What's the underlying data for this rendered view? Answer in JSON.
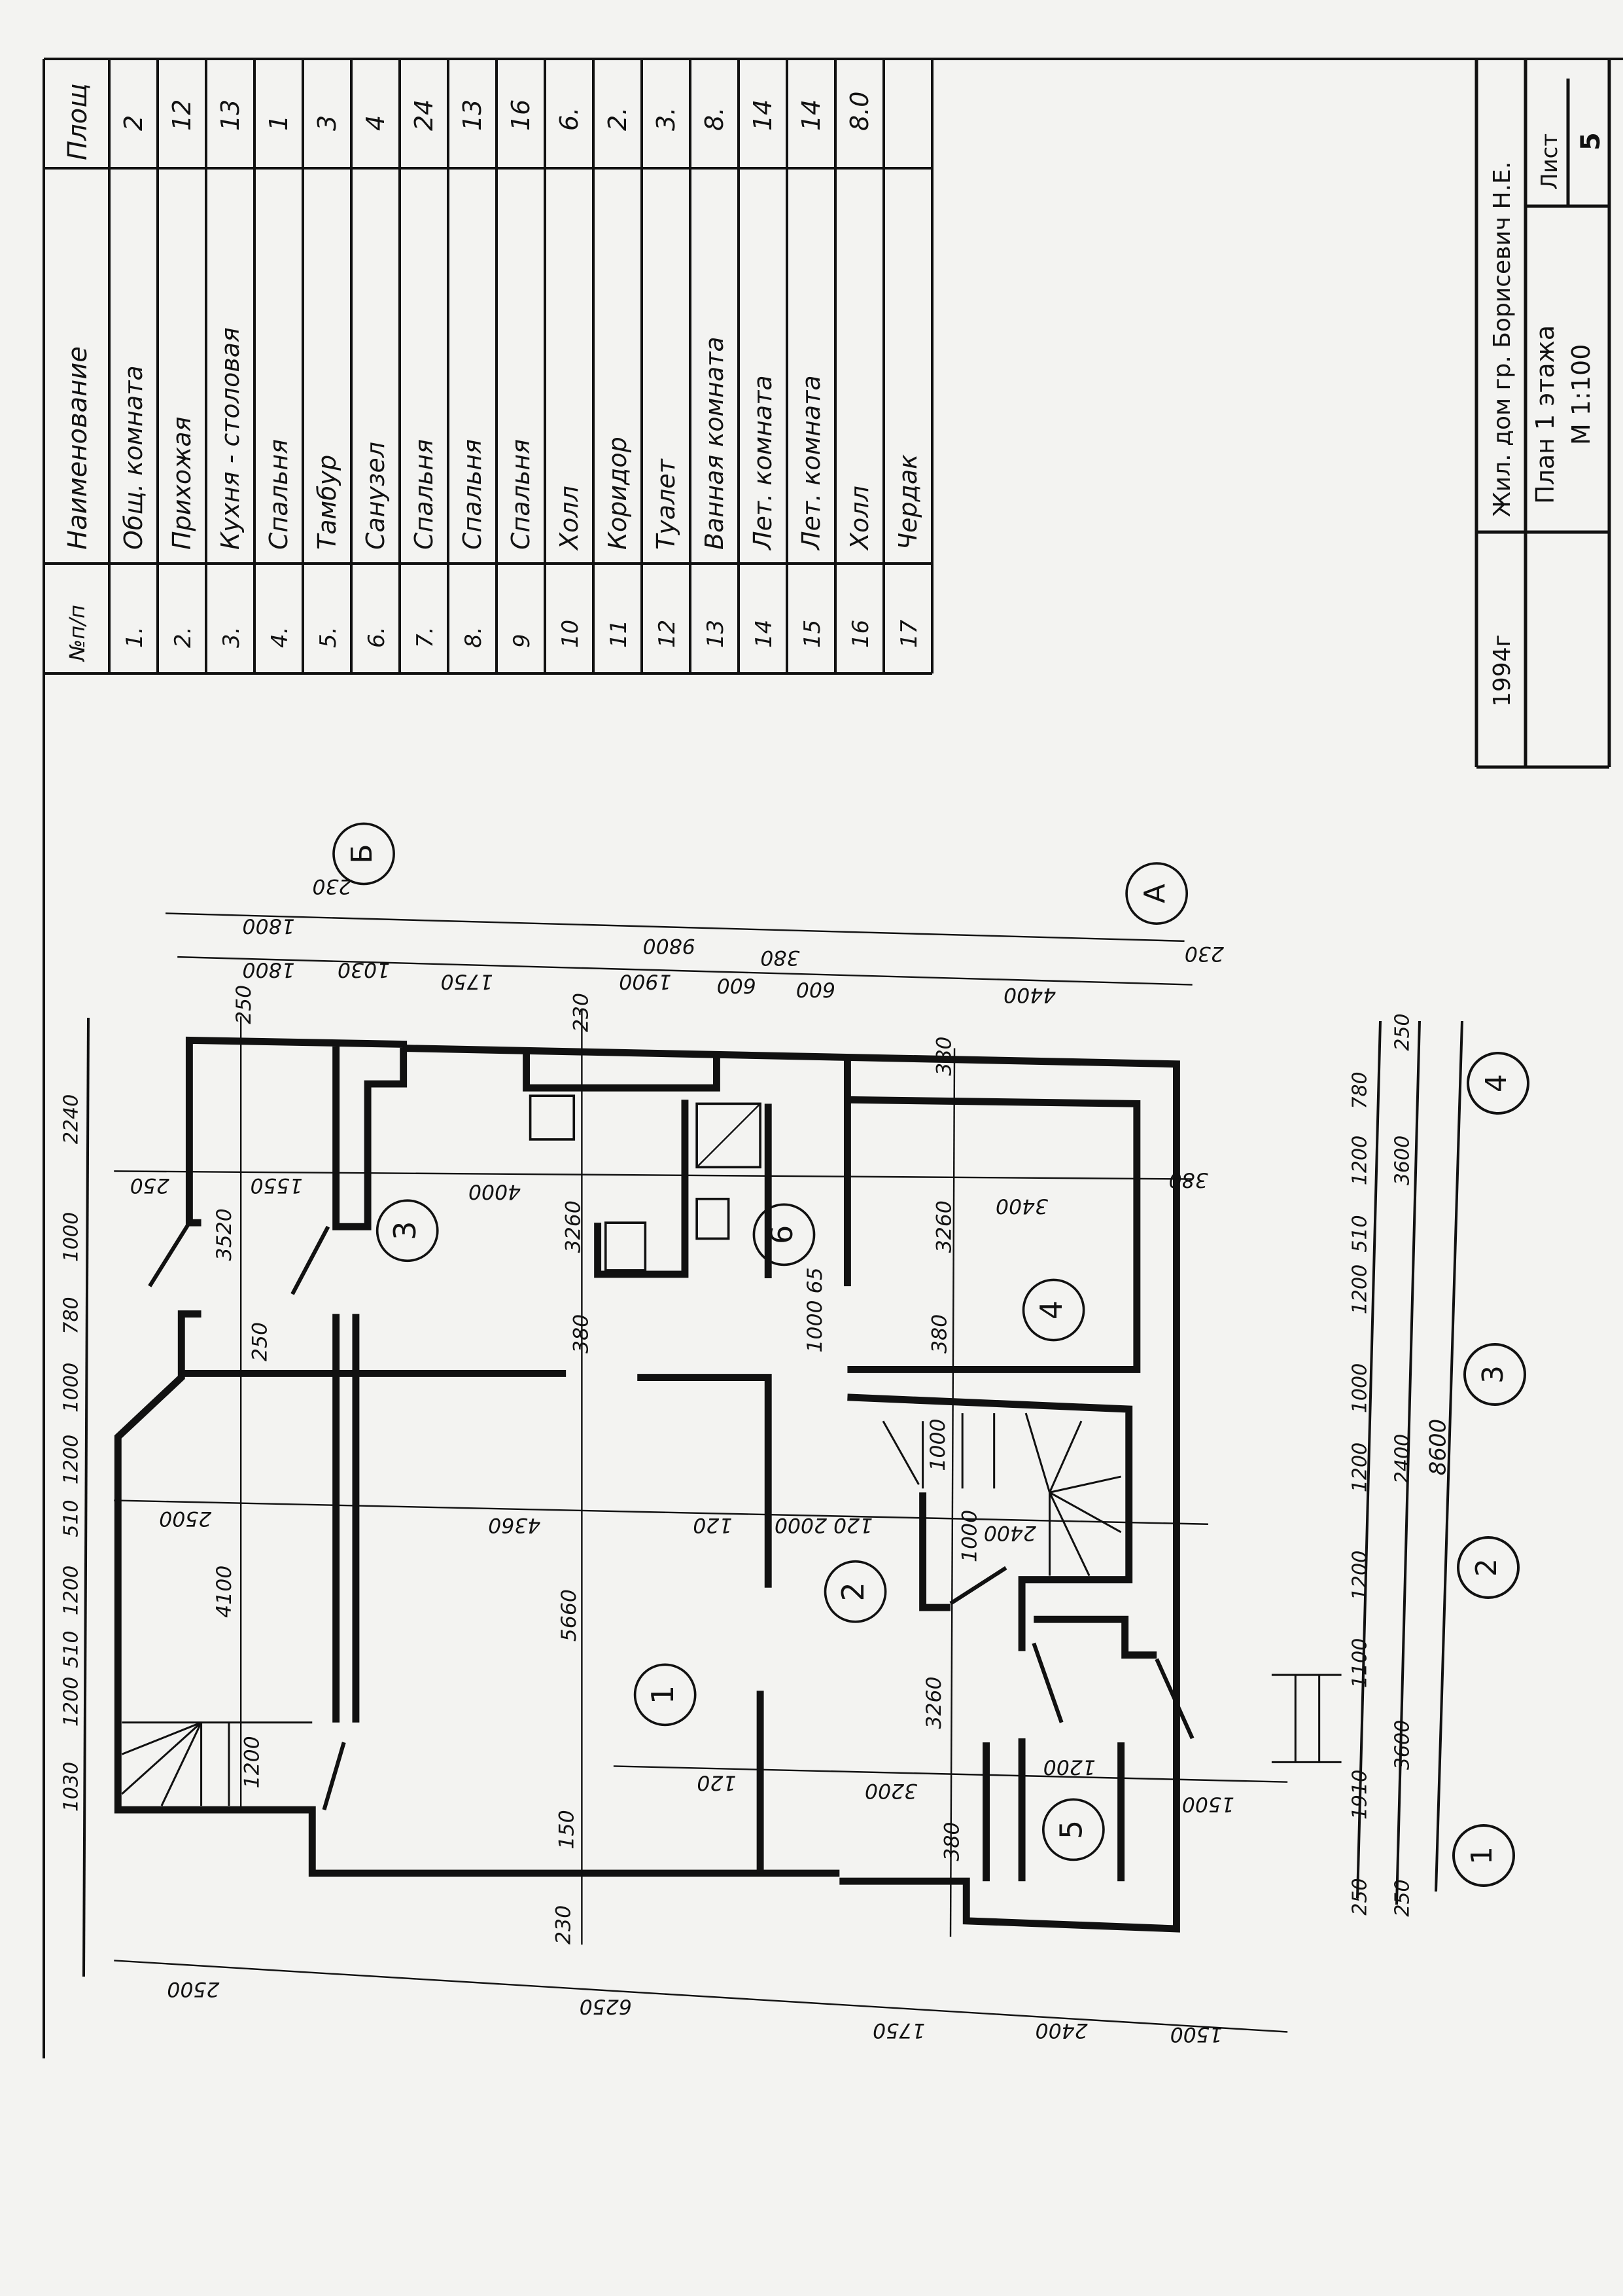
{
  "table": {
    "headers": {
      "no": "№п/п",
      "name": "Наименование",
      "area": "Площ"
    },
    "rows": [
      {
        "no": "1.",
        "name": "Общ. комната",
        "area": "2"
      },
      {
        "no": "2.",
        "name": "Прихожая",
        "area": "12"
      },
      {
        "no": "3.",
        "name": "Кухня - столовая",
        "area": "13"
      },
      {
        "no": "4.",
        "name": "Спальня",
        "area": "1"
      },
      {
        "no": "5.",
        "name": "Тамбур",
        "area": "3"
      },
      {
        "no": "6.",
        "name": "Санузел",
        "area": "4"
      },
      {
        "no": "7.",
        "name": "Спальня",
        "area": "24"
      },
      {
        "no": "8.",
        "name": "Спальня",
        "area": "13"
      },
      {
        "no": "9",
        "name": "Спальня",
        "area": "16"
      },
      {
        "no": "10",
        "name": "Холл",
        "area": "6."
      },
      {
        "no": "11",
        "name": "Коридор",
        "area": "2."
      },
      {
        "no": "12",
        "name": "Туалет",
        "area": "3."
      },
      {
        "no": "13",
        "name": "Ванная комната",
        "area": "8."
      },
      {
        "no": "14",
        "name": "Лет. комната",
        "area": "14"
      },
      {
        "no": "15",
        "name": "Лет. комната",
        "area": "14"
      },
      {
        "no": "16",
        "name": "Холл",
        "area": "8.0"
      },
      {
        "no": "17",
        "name": "Чердак",
        "area": ""
      }
    ]
  },
  "title_block": {
    "year": "1994г",
    "project": "Жил. дом гр. Борисевич Н.Е.",
    "sheet_title": "План 1 этажа",
    "scale": "М 1:100",
    "sheet_label": "Лист",
    "sheet_number": "5"
  },
  "plan": {
    "rooms": [
      "1",
      "2",
      "3",
      "4",
      "5",
      "6"
    ],
    "axes_letters": [
      "Б",
      "А"
    ],
    "axes_numbers": [
      "4",
      "3",
      "2",
      "1"
    ],
    "dims": [
      "230",
      "1800",
      "9800",
      "1800",
      "1030",
      "1750",
      "1900",
      "600",
      "380",
      "600",
      "4400",
      "230",
      "250",
      "1550",
      "4000",
      "3400",
      "380",
      "2500",
      "4360",
      "120",
      "120 2000",
      "2400",
      "120",
      "3200",
      "1200",
      "1500",
      "2500",
      "6250",
      "1750",
      "2400",
      "1500",
      "250",
      "230",
      "380",
      "3520",
      "3260",
      "3260",
      "380",
      "250",
      "380",
      "1000 65",
      "5660",
      "4100",
      "1200",
      "3260",
      "150",
      "230",
      "380",
      "1000",
      "1000"
    ],
    "left_dims": [
      "2240",
      "1000",
      "780",
      "1000",
      "1200",
      "510",
      "1200",
      "510",
      "1200",
      "1030"
    ],
    "right_dims": [
      "780",
      "1200",
      "510",
      "1200",
      "1000",
      "1200",
      "1200",
      "1100",
      "1910",
      "250"
    ],
    "right_dims2": [
      "250",
      "3600",
      "2400",
      "3600",
      "250"
    ],
    "overall_dim": "8600"
  }
}
